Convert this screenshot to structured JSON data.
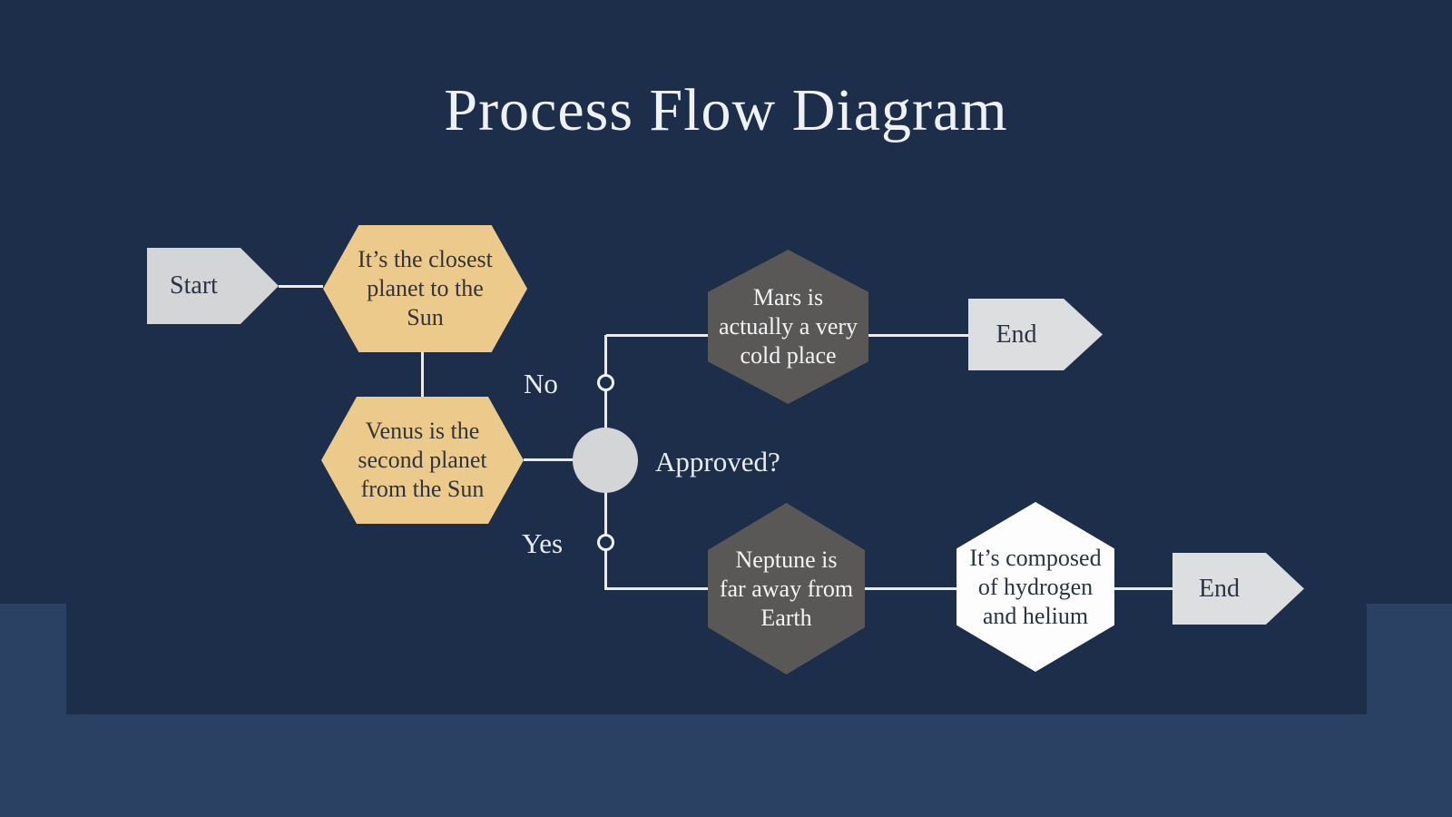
{
  "title": "Process Flow Diagram",
  "nodes": {
    "start": {
      "label": "Start"
    },
    "mercury": {
      "text": "It’s the closest\nplanet to the\nSun"
    },
    "venus": {
      "text": "Venus is the\nsecond planet\nfrom the Sun"
    },
    "decision": {
      "question": "Approved?",
      "no_label": "No",
      "yes_label": "Yes"
    },
    "mars": {
      "text": "Mars is\nactually a very\ncold place"
    },
    "end_no": {
      "label": "End"
    },
    "neptune": {
      "text": "Neptune is\nfar away from\nEarth"
    },
    "composition": {
      "text": "It’s composed\nof hydrogen\nand helium"
    },
    "end_yes": {
      "label": "End"
    }
  },
  "colors": {
    "background": "#1d2e4a",
    "bottom_band": "#2a4164",
    "process_hexagon": "#ecca8c",
    "branch_hexagon": "#5a5856",
    "result_hexagon": "#fdfdfe",
    "terminal_shape": "#d3d5d7",
    "connector_line": "#e9edf2",
    "title_text": "#eef1f5"
  }
}
